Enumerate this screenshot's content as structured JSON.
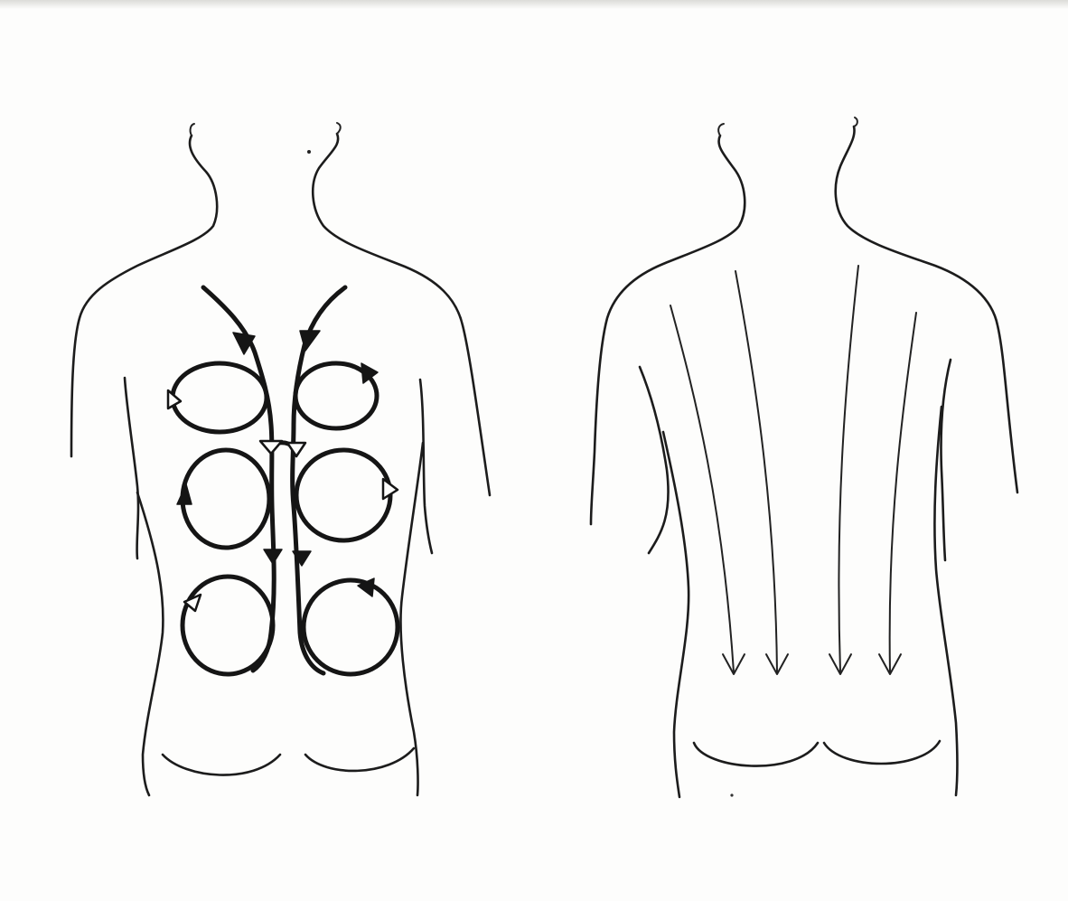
{
  "colors": {
    "paper": "#fdfdfc",
    "ink": "#1c1c1c",
    "page_tint": "#c9c9c5"
  },
  "figures": [
    {
      "name": "back-with-circular-strokes",
      "strokes": "circular-massage-strokes",
      "circle_pairs": 3,
      "icons": [
        "clockwise-circle-arrow",
        "counterclockwise-circle-arrow",
        "downward-spine-arrow"
      ]
    },
    {
      "name": "back-with-downward-strokes",
      "strokes": "long-downward-strokes",
      "arrow_count": 4,
      "icons": [
        "down-arrow-icon"
      ]
    }
  ]
}
